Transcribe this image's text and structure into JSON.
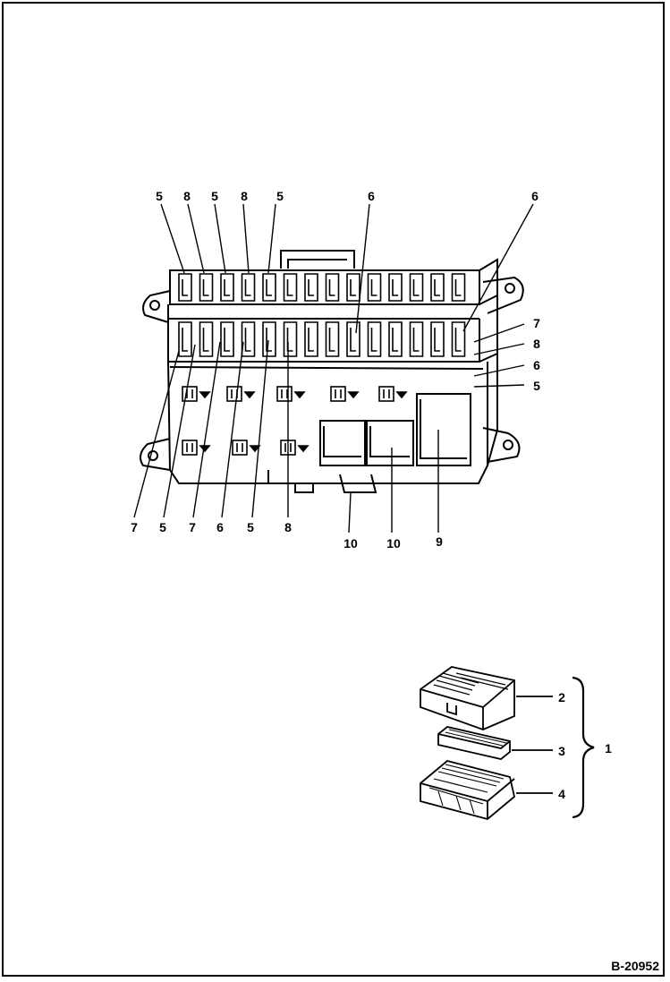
{
  "diagram": {
    "figure_id": "B-20952",
    "main_callouts_top": [
      "5",
      "8",
      "5",
      "8",
      "5",
      "6",
      "6"
    ],
    "main_callouts_right": [
      "7",
      "8",
      "6",
      "5"
    ],
    "main_callouts_bottom": [
      "7",
      "5",
      "7",
      "6",
      "5",
      "8",
      "10",
      "10",
      "9"
    ],
    "exploded_callouts": [
      "2",
      "3",
      "4"
    ],
    "exploded_group_callout": "1"
  }
}
